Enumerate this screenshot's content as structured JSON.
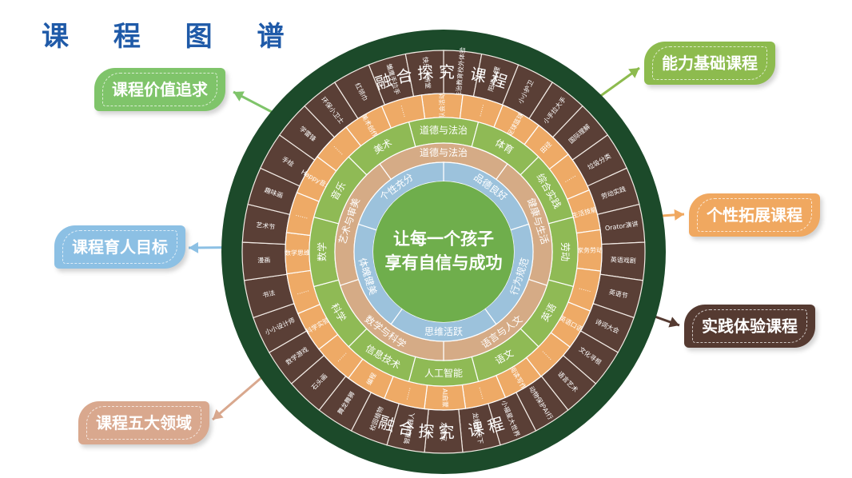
{
  "title": "课 程 图 谱",
  "center": {
    "line1": "让每一个孩子",
    "line2": "享有自信与成功"
  },
  "goals": [
    "品德良好",
    "行为规范",
    "思维活跃",
    "体魄健美",
    "个性充分"
  ],
  "domains": [
    "道德与法治",
    "健康与生活",
    "语言与人文",
    "数学与科学",
    "艺术与审美"
  ],
  "subjects": [
    "道德与法治",
    "体育",
    "综合实践",
    "劳动",
    "英语",
    "语文",
    "人工智能",
    "信息技术",
    "科学",
    "数学",
    "音乐",
    "美术"
  ],
  "ability_courses": [
    "队会活动",
    "……",
    "足球篮球",
    "田径",
    "……",
    "生活技能",
    "家务劳动",
    "……",
    "英语口语",
    "……",
    "阅读写作",
    "……",
    "AI启蒙",
    "……",
    "编程",
    "……",
    "科学实验",
    "……",
    "数学思维",
    "……",
    "Happy音乐",
    "……",
    "美术创作",
    "……"
  ],
  "outer_courses": [
    "法治教育校外体验",
    "阳光心理",
    "小小护卫",
    "小手拉大手",
    "国际理解",
    "垃圾分类",
    "劳动实践",
    "Orator演讲",
    "英语戏剧",
    "英语节",
    "诗词大会",
    "文化寻根",
    "语言艺术",
    "动物保护AI行",
    "小福星大世界",
    "龙脉走天下",
    "发明家",
    "智能机器人",
    "校园植物",
    "舞龙舞狮",
    "石头画",
    "数学游戏",
    "小小设计师",
    "书法",
    "漫画",
    "艺术节",
    "趣味画",
    "手绘",
    "学雷锋",
    "环保小卫士",
    "红领巾",
    "雏鹰手拉手",
    "快乐小讲堂"
  ],
  "ring_label": "融合探究  课程",
  "tags": {
    "ability": "能力基础课程",
    "value": "课程价值追求",
    "personal": "个性拓展课程",
    "goal": "课程育人目标",
    "practice": "实践体验课程",
    "domains": "课程五大领域"
  },
  "colors": {
    "title": "#1f5aa8",
    "outer_ring": "#1c4a2a",
    "course_ring": "#5a3f36",
    "ability_ring": "#eeaa66",
    "subject_ring": "#8fba55",
    "domain_ring": "#d5ab86",
    "goal_ring": "#9cc2dc",
    "center": "#6fae4c",
    "tag_ability": "#8dbb4e",
    "tag_value": "#7fc46a",
    "tag_personal": "#f0a860",
    "tag_goal": "#8cc0e4",
    "tag_practice": "#553a31",
    "tag_domains": "#d9a88e"
  }
}
